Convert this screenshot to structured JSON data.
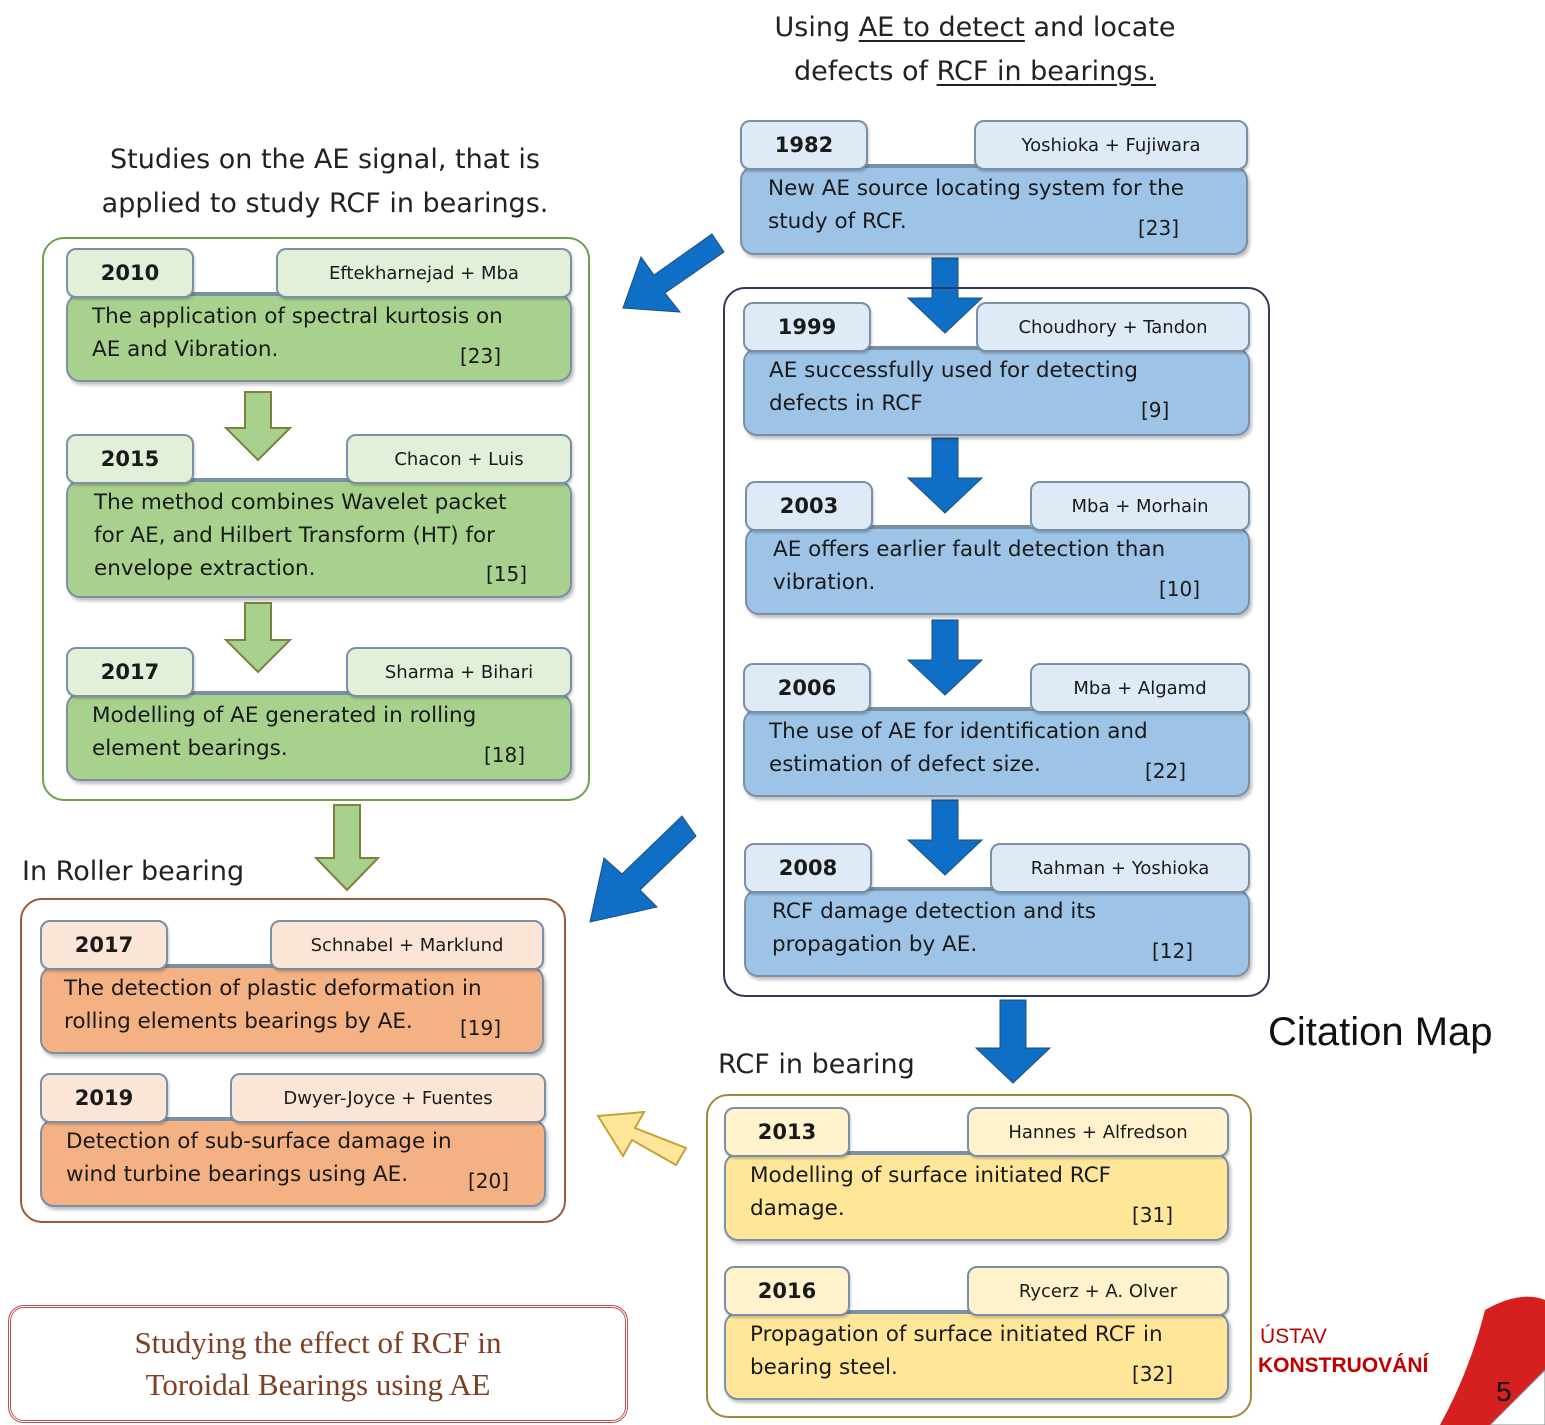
{
  "headings": {
    "top_right": {
      "line1_pre": "Using ",
      "line1_u": "AE to detect",
      "line1_post": " and locate",
      "line2_pre": "defects of ",
      "line2_u": "RCF in bearings."
    },
    "left_line1": "Studies on the AE signal, that is",
    "left_line2": "applied to study RCF in bearings.",
    "roller": "In Roller bearing",
    "rcf": "RCF in bearing"
  },
  "cards": {
    "c1982": {
      "year": "1982",
      "authors": "Yoshioka + Fujiwara",
      "text": "New AE source locating system for the\nstudy of RCF.",
      "ref": "[23]"
    },
    "c1999": {
      "year": "1999",
      "authors": "Choudhory + Tandon",
      "text": "AE successfully used for detecting\ndefects in RCF",
      "ref": "[9]"
    },
    "c2003": {
      "year": "2003",
      "authors": "Mba + Morhain",
      "text": "AE offers earlier fault detection than\nvibration.",
      "ref": "[10]"
    },
    "c2006": {
      "year": "2006",
      "authors": "Mba + Algamd",
      "text": "The use of AE for identification and\nestimation of defect size.",
      "ref": "[22]"
    },
    "c2008": {
      "year": "2008",
      "authors": "Rahman + Yoshioka",
      "text": "RCF damage detection and its\npropagation by AE.",
      "ref": "[12]"
    },
    "c2010": {
      "year": "2010",
      "authors": "Eftekharnejad + Mba",
      "text": "The application of spectral kurtosis on\nAE and Vibration.",
      "ref": "[23]"
    },
    "c2015": {
      "year": "2015",
      "authors": "Chacon + Luis",
      "text": "The method combines Wavelet packet\nfor AE, and Hilbert Transform (HT) for\nenvelope extraction.",
      "ref": "[15]"
    },
    "c2017g": {
      "year": "2017",
      "authors": "Sharma + Bihari",
      "text": "Modelling of AE generated in rolling\nelement bearings.",
      "ref": "[18]"
    },
    "c2017o": {
      "year": "2017",
      "authors": "Schnabel + Marklund",
      "text": "The detection of plastic deformation in\nrolling elements bearings by AE.",
      "ref": "[19]"
    },
    "c2019": {
      "year": "2019",
      "authors": "Dwyer-Joyce + Fuentes",
      "text": "Detection of sub-surface damage in\nwind turbine bearings using AE.",
      "ref": "[20]"
    },
    "c2013": {
      "year": "2013",
      "authors": "Hannes + Alfredson",
      "text": "Modelling of surface initiated RCF\ndamage.",
      "ref": "[31]"
    },
    "c2016": {
      "year": "2016",
      "authors": "Rycerz + A. Olver",
      "text": "Propagation of surface initiated RCF in\nbearing steel.",
      "ref": "[32]"
    }
  },
  "citation_map": "Citation Map",
  "studying": {
    "line1": "Studying the effect of RCF in",
    "line2": "Toroidal Bearings using AE"
  },
  "logo": {
    "line1": "ÚSTAV",
    "line2": "KONSTRUOVÁNÍ"
  },
  "page_number": "5",
  "colors": {
    "blue_card": "#9dc3e6",
    "green_card": "#a9d18e",
    "orange_card": "#f4b183",
    "yellow_card": "#ffe699",
    "blue_arrow": "#0f6fc6",
    "green_arrow": "#a9d18e",
    "logo_red": "#c00000"
  }
}
